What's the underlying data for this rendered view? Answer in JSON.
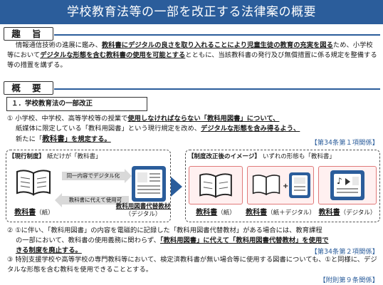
{
  "title": "学校教育法等の一部を改正する法律案の概要",
  "purpose": {
    "heading": "趣 旨",
    "text_1": "情報通信技術の進展に鑑み、",
    "text_2": "教科書にデジタルの良さを取り入れることにより児童生徒の教育の充実を図る",
    "text_3": "ため、小学校等において",
    "text_4": "デジタルな形態を含む教科書の使用を可能とする",
    "text_5": "とともに、当該教科書の発行及び無償措置に係る規定を整備する等の措置を講ずる。"
  },
  "overview": {
    "heading": "概 要",
    "subheading": "１．学校教育法の一部改正",
    "item1": {
      "num": "①",
      "text_1": "小学校、中学校、高等学校等の授業で",
      "text_2": "使用しなければならない「教科用図書」について、",
      "text_3": "紙媒体に限定している「教科用図書」という現行規定を改め、",
      "text_4": "デジタルな形態を含み得るよう、",
      "text_5": "新たに「",
      "text_6": "教科書",
      "text_7": "」を規定する。",
      "ref": "【第34条第１項関係】"
    },
    "current": {
      "tag": "【現行制度】",
      "tag_note": "紙だけが「教科書」",
      "arrow_top": "同一内容でデジタル化",
      "arrow_bottom": "教科書に代えて使用可",
      "book_label": "教科書",
      "book_suffix": "（紙）",
      "digital_label": "教科用図書代替教材",
      "digital_suffix": "（デジタル）"
    },
    "after": {
      "tag": "【制度改正後のイメージ】",
      "tag_note": "いずれの形態も「教科書」",
      "items": [
        {
          "label": "教科書",
          "suffix": "（紙）"
        },
        {
          "label": "教科書",
          "suffix": "（紙＋デジタル）"
        },
        {
          "label": "教科書",
          "suffix": "（デジタル）"
        }
      ]
    },
    "item2": {
      "num": "②",
      "text_1": "①に伴い、「教科用図書」の内容を電磁的に記録した「教科用図書代替教材」がある場合には、教育課程",
      "text_2": "の一部において、教科書の使用義務に関わらず、",
      "text_3": "「教科用図書」に代えて「教科用図書代替教材」を使用で",
      "text_4": "きる制度を廃止する。",
      "ref": "【第34条第２項関係】"
    },
    "item3": {
      "num": "③",
      "text_1": "特別支援学校や高等学校の専門教科等において、検定済教科書が無い場合等に使用する図書についても、①と同様に、デジタルな形態を含む教科を使用できることとする。",
      "ref": "【附則第９条関係】"
    }
  }
}
